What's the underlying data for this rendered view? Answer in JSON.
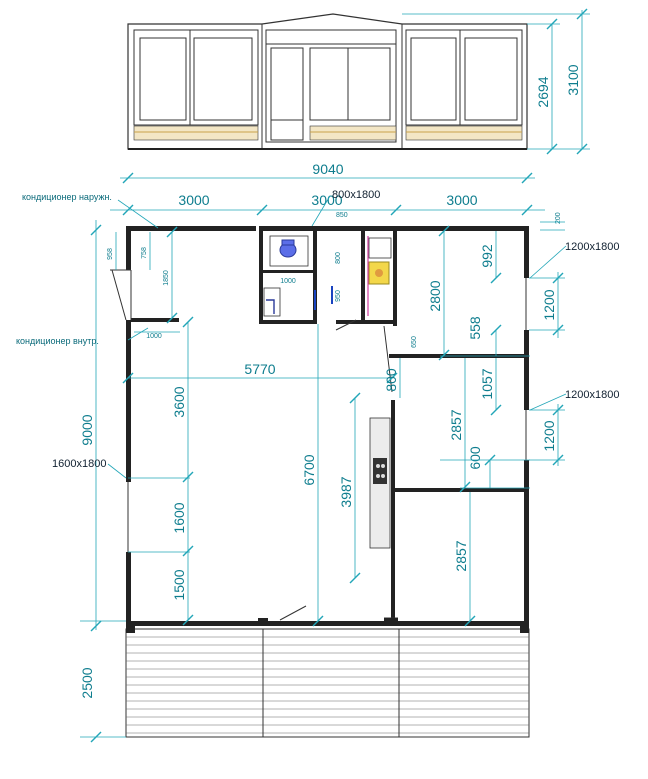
{
  "top_dims": {
    "total": "9040",
    "seg1": "3000",
    "seg2": "3000",
    "seg3": "3000",
    "door_size": "800x1800",
    "small": "200",
    "tiny": "850"
  },
  "elev_dims": {
    "h1": "2694",
    "h2": "3100"
  },
  "left_dims": {
    "total": "9000",
    "a": "958",
    "b": "758",
    "c": "1850",
    "ac_inner_w": "1000",
    "h3600": "3600",
    "h1600": "1600",
    "h1500": "1500",
    "deck": "2500"
  },
  "inner_dims": {
    "w5770": "5770",
    "h6700": "6700",
    "h3987": "3987",
    "h2800": "2800",
    "h2857a": "2857",
    "h2857b": "2857",
    "h992": "992",
    "h558": "558",
    "h1057": "1057",
    "h600": "600",
    "h800": "800",
    "h650": "650",
    "wc_800": "800",
    "wc_950": "950",
    "wc_1000": "1000"
  },
  "right_dims": {
    "r1200a": "1200",
    "r1200b": "1200"
  },
  "labels": {
    "ac_outer": "кондиционер наружн.",
    "ac_inner": "кондиционер внутр.",
    "window_left": "1600x1800",
    "window_right1": "1200x1800",
    "window_right2": "1200x1800"
  }
}
